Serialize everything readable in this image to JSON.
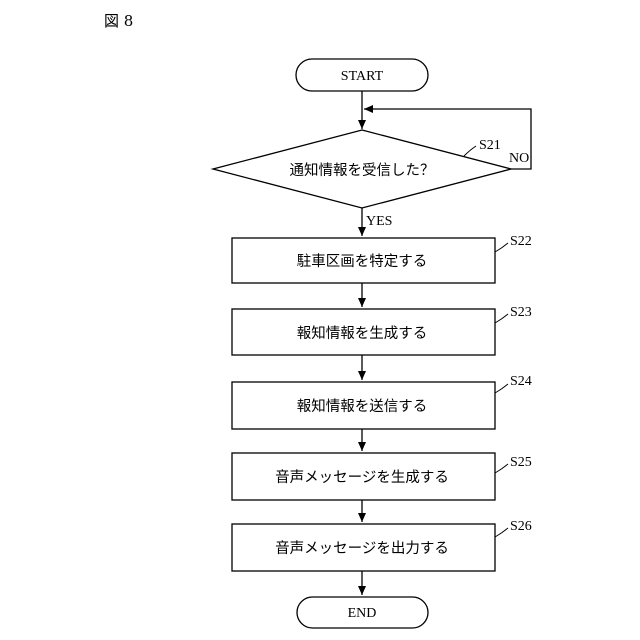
{
  "figure": {
    "title": "図 8"
  },
  "flow": {
    "start": "START",
    "end": "END",
    "decision": {
      "text": "通知情報を受信した？",
      "step": "S21",
      "yes": "YES",
      "no": "NO"
    },
    "steps": [
      {
        "text": "駐車区画を特定する",
        "step": "S22"
      },
      {
        "text": "報知情報を生成する",
        "step": "S23"
      },
      {
        "text": "報知情報を送信する",
        "step": "S24"
      },
      {
        "text": "音声メッセージを生成する",
        "step": "S25"
      },
      {
        "text": "音声メッセージを出力する",
        "step": "S26"
      }
    ]
  }
}
